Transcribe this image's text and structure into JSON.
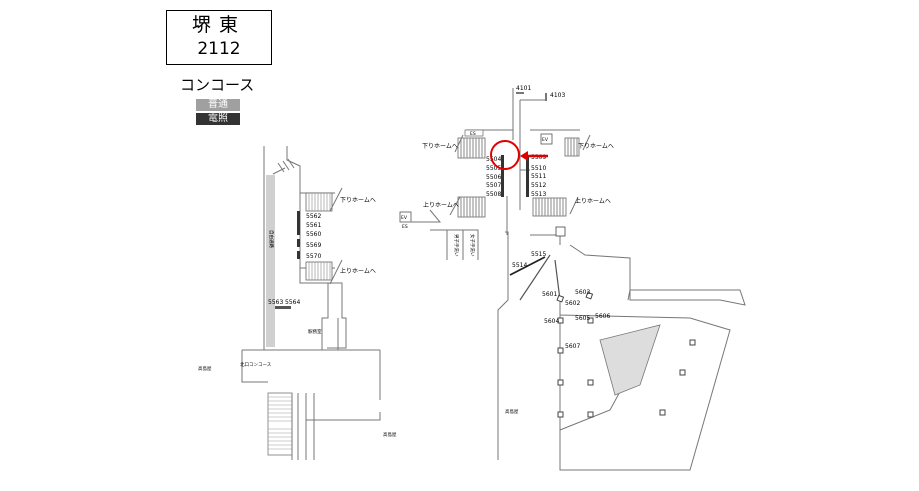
{
  "station": {
    "name": "堺東",
    "code": "2112"
  },
  "floor": "コンコース",
  "legend": [
    {
      "label": "普通",
      "color": "#a0a0a0"
    },
    {
      "label": "電照",
      "color": "#333333"
    }
  ],
  "accent_color": "#e00000",
  "west_area": {
    "to_down_platform": "下りホームへ",
    "to_up_platform": "上りホームへ",
    "boards": [
      "5562",
      "5561",
      "5560",
      "5569",
      "5570"
    ],
    "boards_lower": [
      "5563",
      "5564"
    ],
    "free_passage": "自由通路",
    "station_office": "駅務室",
    "north_concourse": "北口コンコース",
    "takashimaya_left": "高島屋",
    "takashimaya_bottom": "高島屋"
  },
  "east_area": {
    "top_boards": [
      "4101",
      "4103"
    ],
    "to_down_platform_left": "下りホームへ",
    "to_down_platform_right": "下りホームへ",
    "to_up_platform_left": "上りホームへ",
    "to_up_platform_right": "上りホームへ",
    "ev": "EV",
    "es": "ES",
    "left_boards": [
      "5504",
      "5505",
      "5506",
      "5507",
      "5508"
    ],
    "right_boards": [
      "5509",
      "5510",
      "5511",
      "5512",
      "5513"
    ],
    "toilet_men": "男子手洗い",
    "toilet_women": "女子手洗い",
    "wall_boards": [
      "5514",
      "5515"
    ],
    "pillar_boards": [
      "5601",
      "5602",
      "5603",
      "5604",
      "5605",
      "5606",
      "5607"
    ],
    "takashimaya": "高島屋"
  }
}
